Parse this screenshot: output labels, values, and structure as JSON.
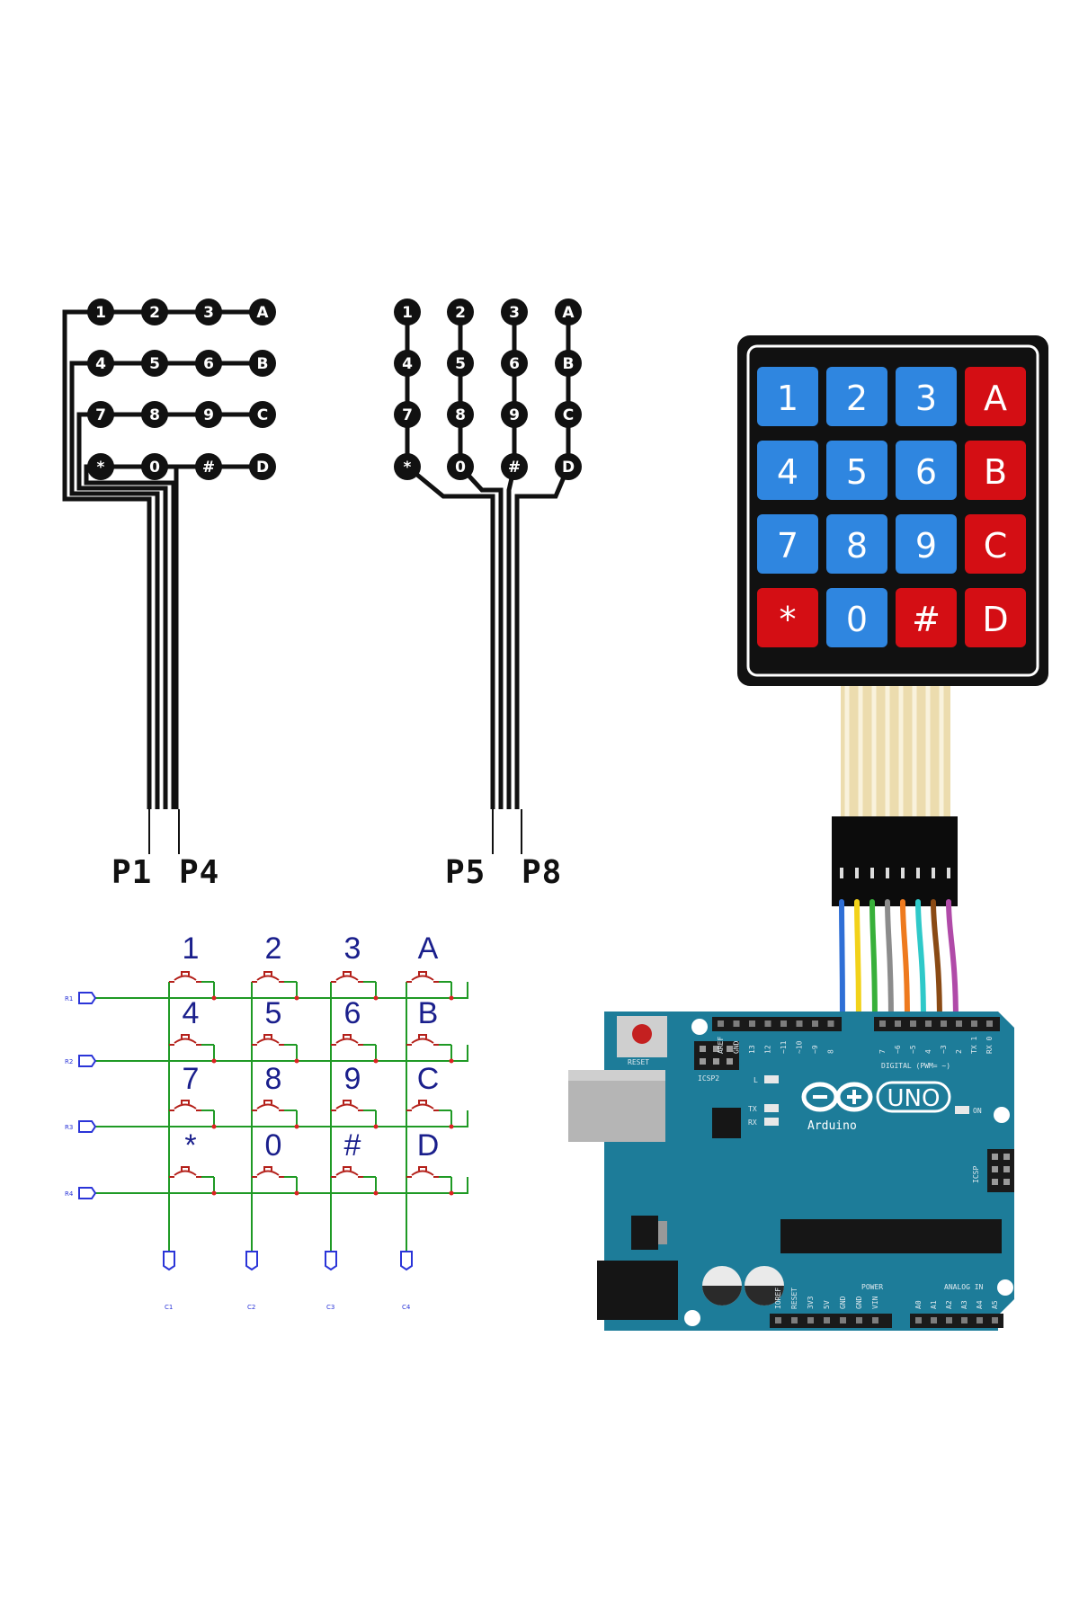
{
  "pin_labels": {
    "left_start": "P1",
    "left_end": "P4",
    "right_start": "P5",
    "right_end": "P8"
  },
  "key_rows": [
    [
      "1",
      "2",
      "3",
      "A"
    ],
    [
      "4",
      "5",
      "6",
      "B"
    ],
    [
      "7",
      "8",
      "9",
      "C"
    ],
    [
      "*",
      "0",
      "#",
      "D"
    ]
  ],
  "membrane_keypad": {
    "colors": {
      "blue_key": "#2f86e0",
      "red_key": "#d40e14",
      "frame": "#111111"
    },
    "red_keys": [
      "A",
      "B",
      "C",
      "D",
      "*",
      "#"
    ]
  },
  "schematic": {
    "trace_color": "#1f9a25",
    "label_color": "#1a1f8c",
    "switch_color": "#b4201a",
    "row_pin_labels": [
      "R1",
      "R2",
      "R3",
      "R4"
    ],
    "col_pin_labels": [
      "C1",
      "C2",
      "C3",
      "C4"
    ]
  },
  "ribbon_wire_colors": [
    "#2f6fd6",
    "#f2d21a",
    "#38b03a",
    "#8c8c8c",
    "#ee7a1e",
    "#2fc9c9",
    "#8a4a14",
    "#b04aa8"
  ],
  "arduino": {
    "board_color": "#1d7c99",
    "reset_label": "RESET",
    "icsp2_label": "ICSP2",
    "icsp_label": "ICSP",
    "l_label": "L",
    "tx_label": "TX",
    "rx_label": "RX",
    "on_label": "ON",
    "model": "UNO",
    "brand": "Arduino",
    "digital_label": "DIGITAL (PWM= ~)",
    "power_label": "POWER",
    "analog_label": "ANALOG IN",
    "digital_pins": [
      "AREF",
      "GND",
      "13",
      "12",
      "~11",
      "~10",
      "~9",
      "8",
      "7",
      "~6",
      "~5",
      "4",
      "~3",
      "2",
      "TX 1",
      "RX 0"
    ],
    "power_pins": [
      "IOREF",
      "RESET",
      "3V3",
      "5V",
      "GND",
      "GND",
      "VIN"
    ],
    "analog_pins": [
      "A0",
      "A1",
      "A2",
      "A3",
      "A4",
      "A5"
    ]
  }
}
